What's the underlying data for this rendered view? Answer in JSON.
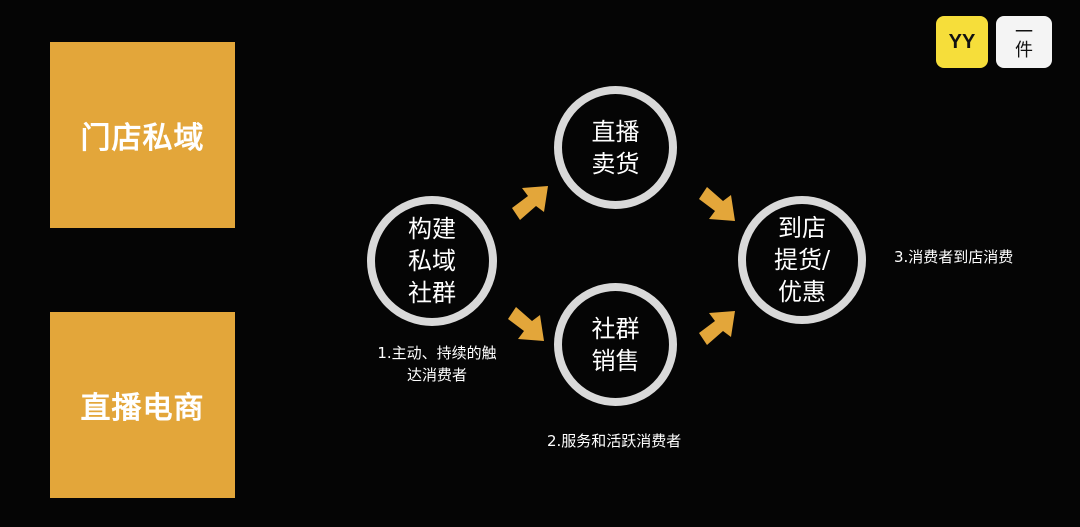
{
  "left_boxes": {
    "top_label": "门店私域",
    "bottom_label": "直播电商"
  },
  "circles": {
    "build": "构建\n私域\n社群",
    "live": "直播\n卖货",
    "community": "社群\n销售",
    "store": "到店\n提货/\n优惠"
  },
  "captions": {
    "step1": "1.主动、持续的触\n达消费者",
    "step2": "2.服务和活跃消费者",
    "step3": "3.消费者到店消费"
  },
  "logos": {
    "yy": "YY",
    "jian_top": "一",
    "jian_bottom": "件"
  },
  "colors": {
    "box": "#e3a63a",
    "arrow": "#e3a63a",
    "circle_border": "#d9d9d9",
    "background": "#050505",
    "logo_yy": "#f6de3a"
  },
  "icons": [
    "arrow-up-right-icon",
    "arrow-down-right-icon"
  ]
}
